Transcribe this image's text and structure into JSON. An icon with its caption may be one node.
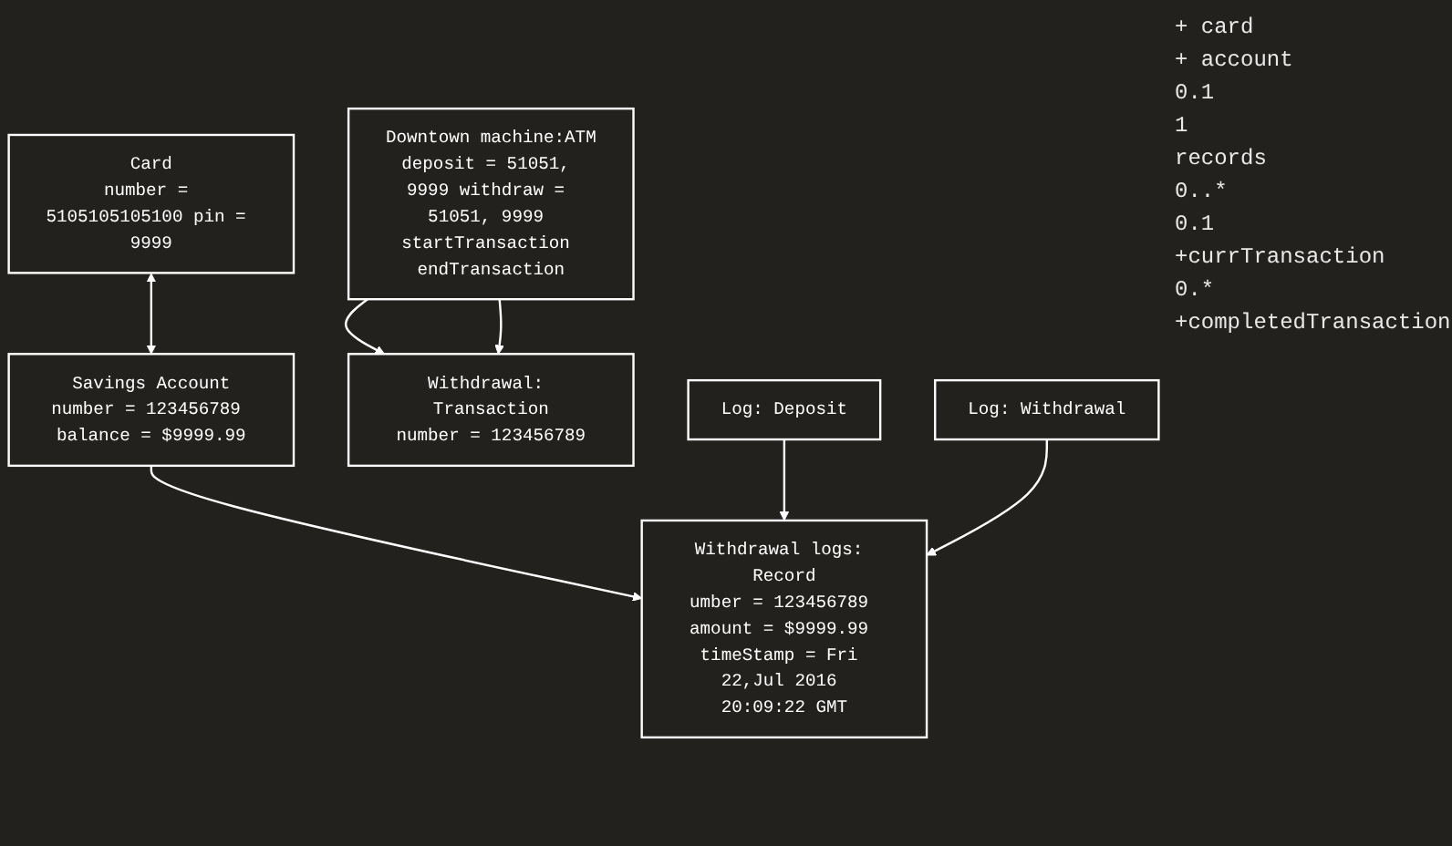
{
  "diagram": {
    "nodes": [
      {
        "text": [
          "Card",
          "number = 5105105105100 pin = 9999"
        ]
      },
      {
        "text": [
          "Savings Account",
          "number = 123456789 balance = $9999.99"
        ]
      },
      {
        "text": [
          "Downtown machine:ATM",
          "deposit = 51051, 9999 withdraw = 51051, 9999 startTransaction endTransaction"
        ]
      },
      {
        "text": [
          "Withdrawal logs: Record",
          "umber = 123456789 amount = $9999.99 timeStamp = Fri 22,Jul 2016 20:09:22 GMT"
        ]
      },
      {
        "text": [
          "Withdrawal: Transaction",
          "number = 123456789"
        ]
      },
      {
        "text": [
          "Log: Deposit"
        ]
      },
      {
        "text": [
          "Log: Withdrawal"
        ]
      }
    ],
    "edges": [
      {
        "from": 0,
        "to": 1,
        "arrow": "both"
      },
      {
        "from": 1,
        "to": 3,
        "arrow": "to"
      },
      {
        "from": 2,
        "to": 4,
        "arrow": "to"
      },
      {
        "from": 2,
        "to": 4,
        "arrow": "to"
      },
      {
        "from": 5,
        "to": 3,
        "arrow": "to"
      },
      {
        "from": 6,
        "to": 3,
        "arrow": "to"
      }
    ],
    "labels": [
      "+ card",
      "+ account",
      "0.1",
      "1",
      "records",
      "0..*",
      "0.1",
      "+currTransaction",
      "0.*",
      "+completedTransaction"
    ]
  }
}
